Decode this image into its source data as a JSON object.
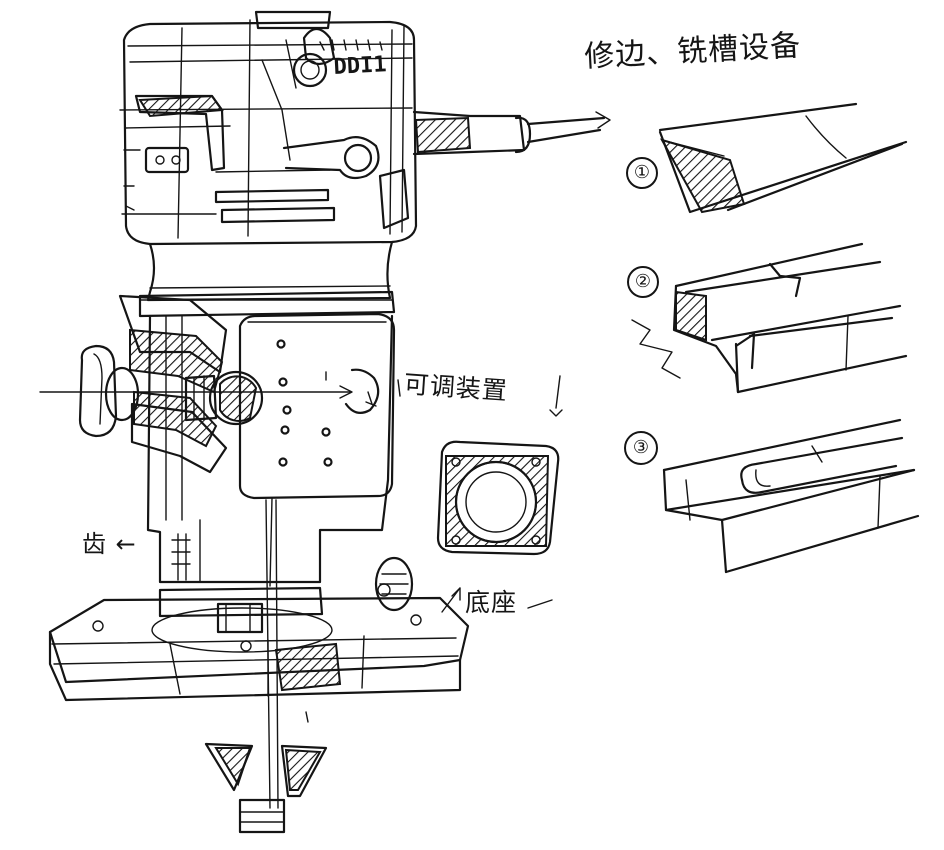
{
  "labels": {
    "title": "修边、铣槽设备",
    "adjust": "可调装置",
    "base": "底座",
    "bit": "齿",
    "bit_arrow": "←",
    "model": "DDI1"
  },
  "steps": [
    "①",
    "②",
    "③"
  ],
  "colors": {
    "ink": "#151515",
    "paper": "#ffffff"
  }
}
